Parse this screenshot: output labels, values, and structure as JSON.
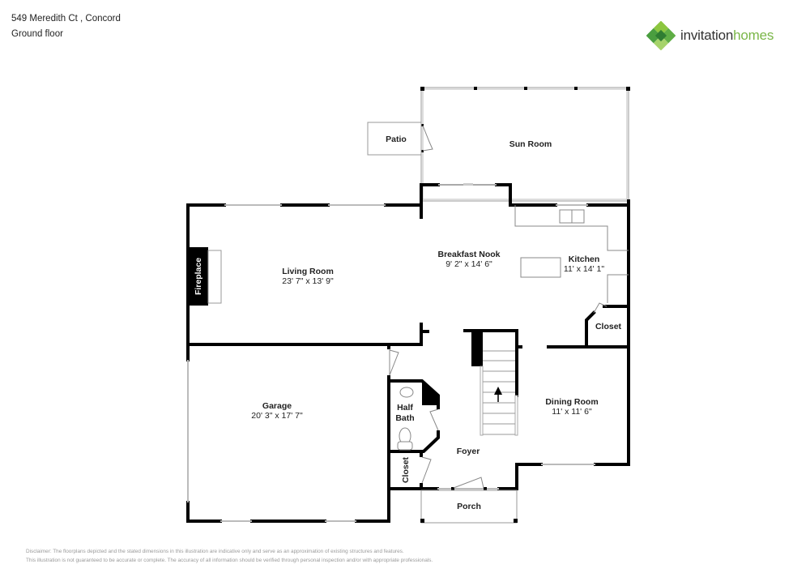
{
  "header": {
    "address": "549 Meredith Ct , Concord",
    "floor": "Ground floor"
  },
  "brand": {
    "name_part1": "invitation",
    "name_part2": "homes",
    "colors": {
      "dark": "#333333",
      "green": "#7ab648",
      "logo_dark_green": "#3a8a3a",
      "logo_light_green": "#8cc63f"
    }
  },
  "rooms": {
    "sun_room": {
      "name": "Sun Room"
    },
    "patio": {
      "name": "Patio"
    },
    "living_room": {
      "name": "Living Room",
      "dimensions": "23' 7\" x 13' 9\""
    },
    "fireplace": {
      "name": "Fireplace"
    },
    "breakfast_nook": {
      "name": "Breakfast Nook",
      "dimensions": "9' 2\" x 14' 6\""
    },
    "kitchen": {
      "name": "Kitchen",
      "dimensions": "11' x 14' 1\""
    },
    "kitchen_closet": {
      "name": "Closet"
    },
    "garage": {
      "name": "Garage",
      "dimensions": "20' 3\" x 17' 7\""
    },
    "half_bath": {
      "name_line1": "Half",
      "name_line2": "Bath"
    },
    "foyer_closet": {
      "name": "Closet"
    },
    "foyer": {
      "name": "Foyer"
    },
    "dining_room": {
      "name": "Dining Room",
      "dimensions": "11' x 11' 6\""
    },
    "porch": {
      "name": "Porch"
    }
  },
  "footer": {
    "disclaimer_line1": "Disclaimer: The floorplans depicted and the stated dimensions in this illustration are indicative only and serve as an approximation of existing structures and features.",
    "disclaimer_line2": "This illustration is not guaranteed to be accurate or complete. The accuracy of all information should be verified through personal inspection and/or with appropriate professionals."
  }
}
